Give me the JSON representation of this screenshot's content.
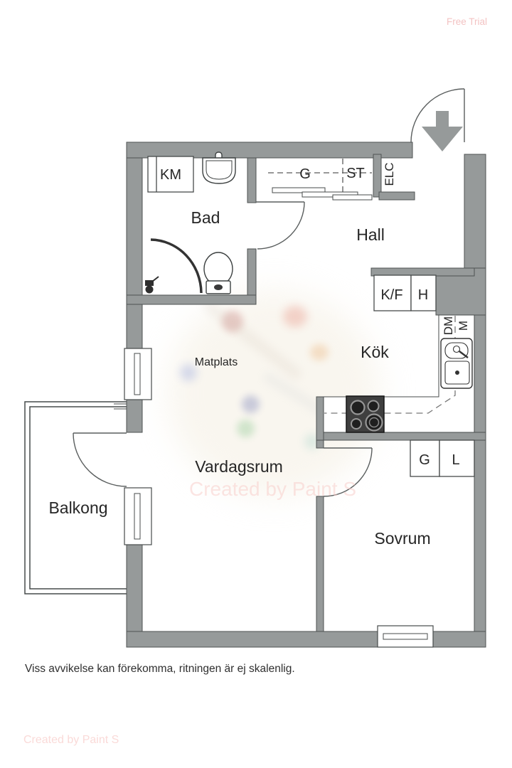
{
  "watermarks": {
    "free_trial": "Free Trial",
    "center": "Created by Paint S",
    "bottom_left": "Created by Paint S"
  },
  "plan": {
    "rooms": {
      "bad": "Bad",
      "hall": "Hall",
      "kok": "Kök",
      "matplats": "Matplats",
      "vardagsrum": "Vardagsrum",
      "sovrum": "Sovrum",
      "balkong": "Balkong"
    },
    "closets": {
      "km": "KM",
      "g_hall": "G",
      "st": "ST",
      "elc": "ELC",
      "kf": "K/F",
      "h": "H",
      "dm": "DM",
      "m": "M",
      "g_sovrum": "G",
      "l": "L"
    }
  },
  "footer": {
    "disclaimer": "Viss avvikelse kan förekomma, ritningen är ej skalenlig."
  },
  "colors": {
    "wall": "#969a9a",
    "line": "#474b4b",
    "watermark_pink": "#f6cfcc"
  }
}
